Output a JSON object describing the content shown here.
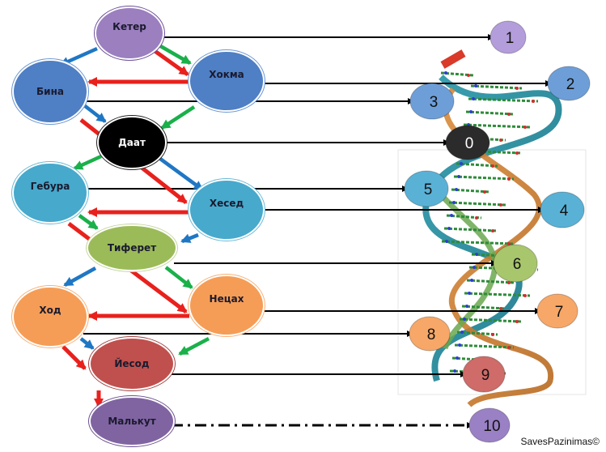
{
  "title": "Sephirot – DNA correspondence",
  "credit": "SavesPazinimas©",
  "sephirot": [
    {
      "id": "keter",
      "label": "Кетер",
      "color": "#9b7fbf",
      "stroke": "#6b4f99",
      "text": "#1a1a2e"
    },
    {
      "id": "hokma",
      "label": "Хокма",
      "color": "#4f7fc4",
      "stroke": "#6b96d2",
      "text": "#1a1a2e"
    },
    {
      "id": "bina",
      "label": "Бина",
      "color": "#4f7fc4",
      "stroke": "#6b96d2",
      "text": "#1a1a2e"
    },
    {
      "id": "daat",
      "label": "Даат",
      "color": "#000000",
      "stroke": "#222222",
      "text": "#ffffff"
    },
    {
      "id": "gebura",
      "label": "Гебура",
      "color": "#47a9cc",
      "stroke": "#6bbad6",
      "text": "#1a1a2e"
    },
    {
      "id": "hesed",
      "label": "Хесед",
      "color": "#47a9cc",
      "stroke": "#6bbad6",
      "text": "#1a1a2e"
    },
    {
      "id": "tiferet",
      "label": "Тиферет",
      "color": "#9bbb59",
      "stroke": "#c3d69b",
      "text": "#1a1a2e"
    },
    {
      "id": "netsah",
      "label": "Нецах",
      "color": "#f59d56",
      "stroke": "#f7b27a",
      "text": "#1a1a2e"
    },
    {
      "id": "hod",
      "label": "Ход",
      "color": "#f59d56",
      "stroke": "#f7b27a",
      "text": "#1a1a2e"
    },
    {
      "id": "yesod",
      "label": "Йесод",
      "color": "#c0504d",
      "stroke": "#a04040",
      "text": "#1a1a2e"
    },
    {
      "id": "malkut",
      "label": "Малькут",
      "color": "#8064a2",
      "stroke": "#6a4f8e",
      "text": "#1a1a2e"
    }
  ],
  "dna_markers": [
    {
      "id": "m1",
      "label": "1",
      "color": "#b39ddb",
      "link": "keter"
    },
    {
      "id": "m2",
      "label": "2",
      "color": "#6d9ed8",
      "link": "hokma"
    },
    {
      "id": "m3",
      "label": "3",
      "color": "#6d9ed8",
      "link": "bina"
    },
    {
      "id": "m0",
      "label": "0",
      "color": "#2b2b2b",
      "link": "daat",
      "text": "#ffffff"
    },
    {
      "id": "m5",
      "label": "5",
      "color": "#5ab1d6",
      "link": "gebura"
    },
    {
      "id": "m4",
      "label": "4",
      "color": "#5ab1d6",
      "link": "hesed"
    },
    {
      "id": "m6",
      "label": "6",
      "color": "#a8c66c",
      "link": "tiferet"
    },
    {
      "id": "m7",
      "label": "7",
      "color": "#f7a767",
      "link": "netsah"
    },
    {
      "id": "m8",
      "label": "8",
      "color": "#f7a767",
      "link": "hod"
    },
    {
      "id": "m9",
      "label": "9",
      "color": "#cf6b68",
      "link": "yesod"
    },
    {
      "id": "m10",
      "label": "10",
      "color": "#9a80c4",
      "link": "malkut",
      "dashed": true
    }
  ],
  "arrow_colors": {
    "blue": "#1f77c4",
    "red": "#e8211d",
    "green": "#1ab04a",
    "black": "#000000"
  }
}
